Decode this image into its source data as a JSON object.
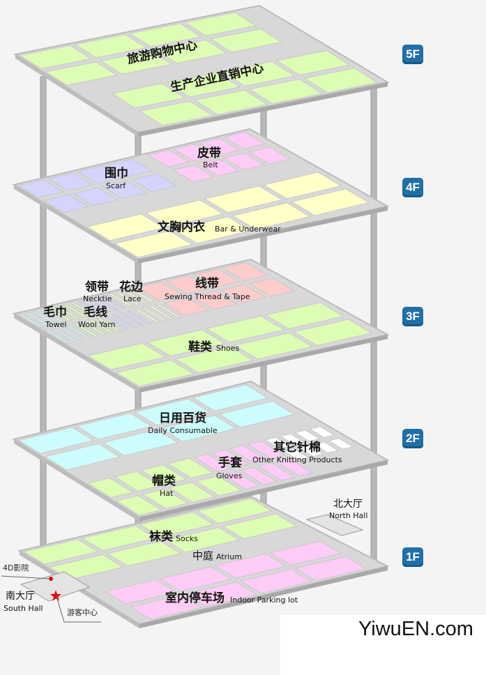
{
  "floors": [
    {
      "badge": "5F",
      "zones": [
        {
          "cn": "旅游购物中心",
          "en": ""
        },
        {
          "cn": "生产企业直销中心",
          "en": ""
        }
      ]
    },
    {
      "badge": "4F",
      "zones": [
        {
          "cn": "皮带",
          "en": "Belt"
        },
        {
          "cn": "围巾",
          "en": "Scarf"
        },
        {
          "cn": "文胸内衣",
          "en": "Bar & Underwear"
        }
      ]
    },
    {
      "badge": "3F",
      "zones": [
        {
          "cn": "线带",
          "en": "Sewing Thread & Tape"
        },
        {
          "cn": "领带",
          "en": "Necktie"
        },
        {
          "cn": "花边",
          "en": "Lace"
        },
        {
          "cn": "毛巾",
          "en": "Towel"
        },
        {
          "cn": "毛线",
          "en": "Wool Yarn"
        },
        {
          "cn": "鞋类",
          "en": "Shoes"
        }
      ]
    },
    {
      "badge": "2F",
      "zones": [
        {
          "cn": "日用百货",
          "en": "Daily Consumable"
        },
        {
          "cn": "其它针棉",
          "en": "Other Knitting Products"
        },
        {
          "cn": "手套",
          "en": "Gloves"
        },
        {
          "cn": "帽类",
          "en": "Hat"
        }
      ]
    },
    {
      "badge": "1F",
      "zones": [
        {
          "cn": "袜类",
          "en": "Socks"
        },
        {
          "cn": "中庭",
          "en": "Atrium"
        },
        {
          "cn": "室内停车场",
          "en": "Indoor Parking lot"
        }
      ]
    }
  ],
  "entrances": {
    "north_cn": "北大厅",
    "north_en": "North Hall",
    "south_cn": "南大厅",
    "south_en": "South Hall",
    "cinema": "4D影院",
    "visitor_center": "游客中心"
  },
  "brand": "YiwuEN.com",
  "colors": {
    "green": "#ddfcb4",
    "yellow": "#ffffc8",
    "pink": "#ffccf7",
    "blue": "#d4d4fc",
    "cyan": "#ccfcfc",
    "red": "#ffcccc",
    "white": "#ffffff",
    "plate": "#d8d8d8",
    "badge": "#1f6fa8"
  }
}
